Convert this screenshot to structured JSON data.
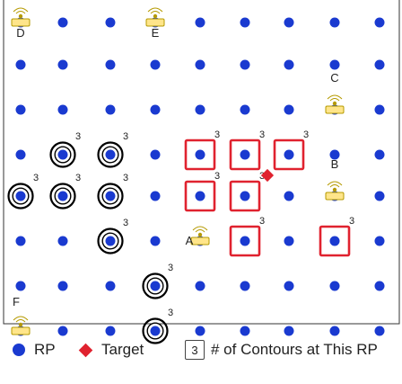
{
  "grid": {
    "cols": [
      23,
      70,
      123,
      173,
      223,
      273,
      322,
      373,
      423,
      472
    ],
    "rows": [
      25,
      72,
      122,
      172,
      218,
      268,
      318,
      368
    ]
  },
  "colors": {
    "rp": "#1a3ad0",
    "target": "#e0222f",
    "ring": "#000000",
    "ap_fill": "#ffe58a",
    "ap_stroke": "#b59a00",
    "box": "#e0222f"
  },
  "access_points": [
    {
      "label": "D"
    },
    {
      "label": "E"
    },
    {
      "label": "C"
    },
    {
      "label": "B"
    },
    {
      "label": "A"
    },
    {
      "label": "F"
    }
  ],
  "legend": {
    "rp_label": "RP",
    "target_label": "Target",
    "box_value": "3",
    "contours_label": "# of Contours at This RP"
  }
}
